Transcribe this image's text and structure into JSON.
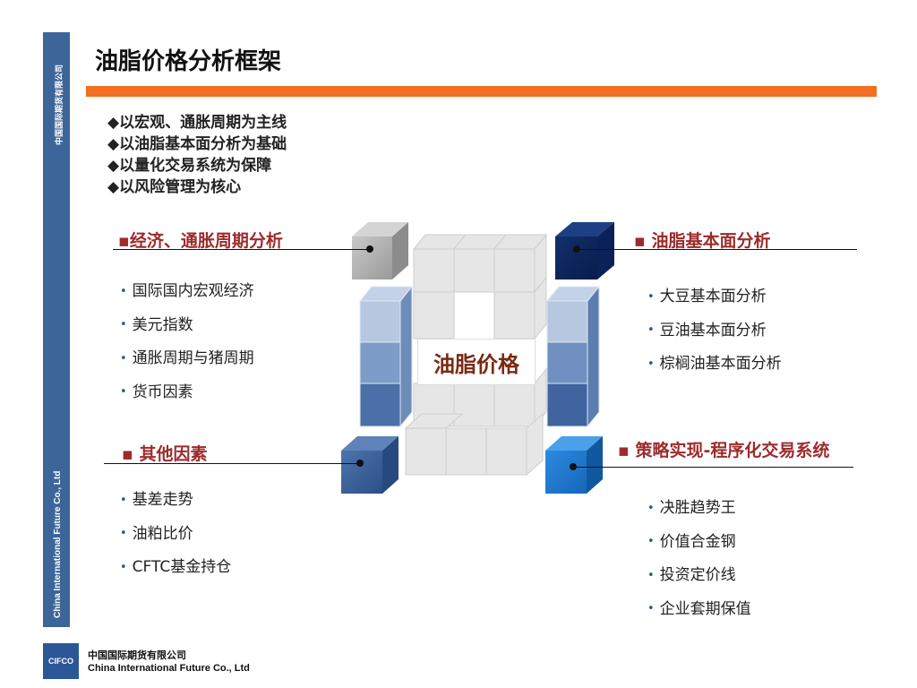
{
  "sidebar": {
    "company_cn": "中国国际期货有限公司",
    "company_en": "China International Future Co., Ltd"
  },
  "title": "油脂价格分析框架",
  "bullets": [
    "◆以宏观、通胀周期为主线",
    "◆以油脂基本面分析为基础",
    "◆以量化交易系统为保障",
    "◆以风险管理为核心"
  ],
  "center_label": "油脂价格",
  "sections": {
    "macro": {
      "title": "▪经济、通胀周期分析",
      "items": [
        "国际国内宏观经济",
        "美元指数",
        "通胀周期与猪周期",
        "货币因素"
      ]
    },
    "fundamental": {
      "title": "▪ 油脂基本面分析",
      "items": [
        "大豆基本面分析",
        "豆油基本面分析",
        "棕榈油基本面分析"
      ]
    },
    "other": {
      "title": "▪  其他因素",
      "items": [
        "基差走势",
        "油粕比价",
        "CFTC基金持仓"
      ]
    },
    "strategy": {
      "title": "▪ 策略实现-程序化交易系统",
      "items": [
        "决胜趋势王",
        "价值合金钢",
        "投资定价线",
        "企业套期保值"
      ]
    }
  },
  "bullet_marker": "•",
  "footer": {
    "logo": "CIFCO",
    "company_cn": "中国国际期货有限公司",
    "company_en": "China International Future Co., Ltd"
  },
  "colors": {
    "sidebar": "#3d6599",
    "accent_orange": "#f26f21",
    "section_title": "#9e2a2b",
    "center_label": "#7a2a12"
  }
}
